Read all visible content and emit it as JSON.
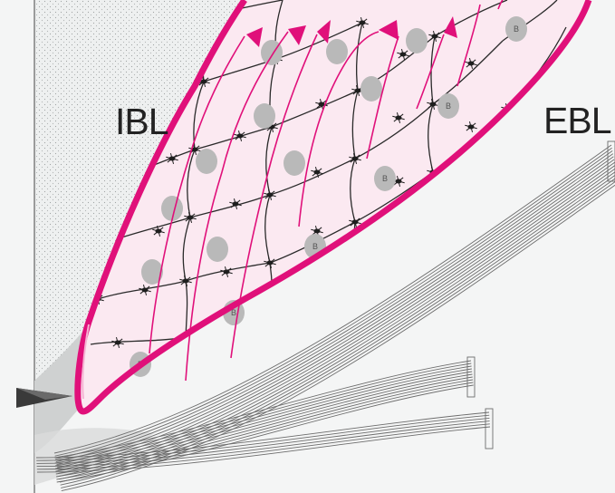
{
  "labels": {
    "left_region": "IBL",
    "right_region": "EBL",
    "cell_nucleus_letter": "B"
  },
  "colors": {
    "background": "#f4f5f5",
    "stipple_region": "#e9ebeb",
    "pink_boundary": "#e0107a",
    "pink_fill": "#fbe9f1",
    "arrow": "#e0107a",
    "nucleus": "#b9b9b9",
    "cell_outline": "#2a2a2a",
    "fibers": "#6d6d6d",
    "wedge": "#3a3a3a"
  },
  "icons": {
    "arrowhead": "pink-arrowhead-icon",
    "wedge": "dark-wedge-icon",
    "junction": "cell-junction-star-icon"
  }
}
